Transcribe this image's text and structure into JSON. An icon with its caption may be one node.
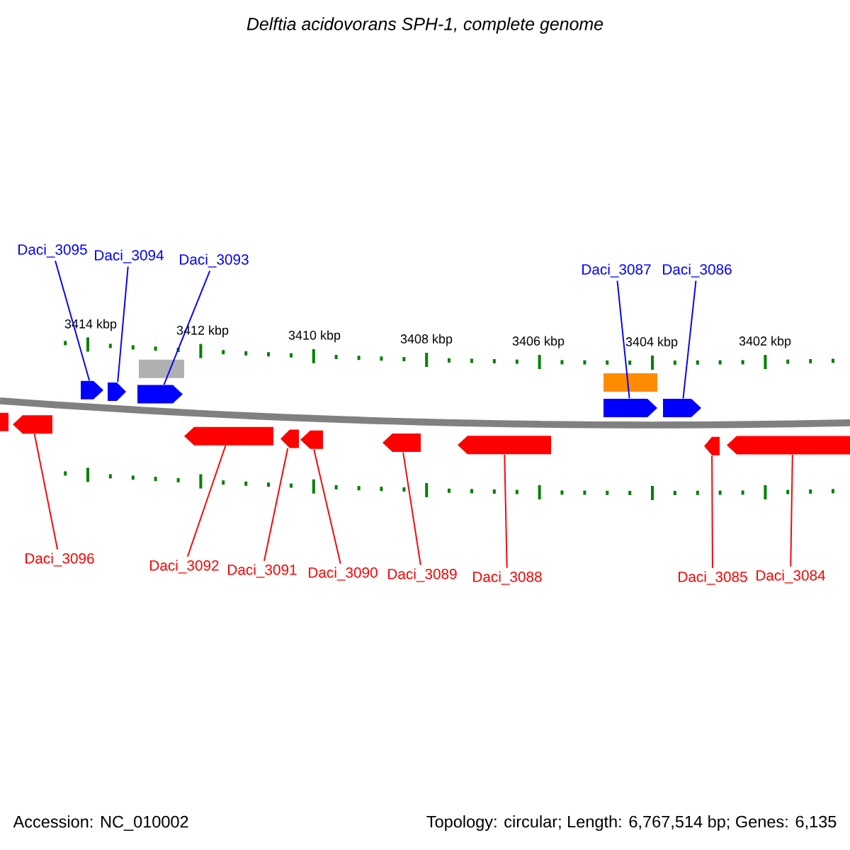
{
  "diagram": {
    "title": "Delftia acidovorans SPH-1, complete genome",
    "nodes": [
      {
        "text": [
          "Daci_3095"
        ]
      },
      {
        "text": [
          "Daci_3094"
        ]
      },
      {
        "text": [
          "Daci_3093"
        ]
      },
      {
        "text": [
          "Daci_3087"
        ]
      },
      {
        "text": [
          "Daci_3086"
        ]
      },
      {
        "text": [
          "Daci_3096"
        ]
      },
      {
        "text": [
          "Daci_3092"
        ]
      },
      {
        "text": [
          "Daci_3091"
        ]
      },
      {
        "text": [
          "Daci_3090"
        ]
      },
      {
        "text": [
          "Daci_3089"
        ]
      },
      {
        "text": [
          "Daci_3088"
        ]
      },
      {
        "text": [
          "Daci_3085"
        ]
      },
      {
        "text": [
          "Daci_3084"
        ]
      },
      {
        "text": [],
        "shape": "pentagon"
      },
      {
        "text": [],
        "shape": "pentagon"
      },
      {
        "text": [],
        "shape": "pentagon"
      },
      {
        "text": [],
        "shape": "pentagon"
      },
      {
        "text": [],
        "shape": "pentagon"
      },
      {
        "text": [],
        "shape": "bar"
      },
      {
        "text": [],
        "shape": "pentagon"
      },
      {
        "text": [],
        "shape": "pentagon"
      },
      {
        "text": [],
        "shape": "pentagon"
      },
      {
        "text": [],
        "shape": "pentagon"
      },
      {
        "text": [],
        "shape": "pentagon"
      },
      {
        "text": [],
        "shape": "bar"
      },
      {
        "text": [],
        "shape": "pentagon"
      },
      {
        "text": [],
        "shape": "pentagon"
      },
      {
        "text": [],
        "shape": "pentagon"
      },
      {
        "text": [],
        "shape": "pentagon"
      }
    ],
    "edges": [
      {
        "from": 0,
        "to": 15,
        "arrow": "none",
        "color": "#0000ff"
      },
      {
        "from": 1,
        "to": 16,
        "arrow": "none",
        "color": "#0000ff"
      },
      {
        "from": 2,
        "to": 17,
        "arrow": "none",
        "color": "#0000ff"
      },
      {
        "from": 3,
        "to": 25,
        "arrow": "none",
        "color": "#0000ff"
      },
      {
        "from": 4,
        "to": 26,
        "arrow": "none",
        "color": "#0000ff"
      },
      {
        "from": 5,
        "to": 14,
        "arrow": "none"
      },
      {
        "from": 6,
        "to": 19,
        "arrow": "none"
      },
      {
        "from": 7,
        "to": 20,
        "arrow": "none"
      },
      {
        "from": 8,
        "to": 21,
        "arrow": "none"
      },
      {
        "from": 9,
        "to": 22,
        "arrow": "none"
      },
      {
        "from": 10,
        "to": 23,
        "arrow": "none"
      },
      {
        "from": 11,
        "to": 27,
        "arrow": "none"
      },
      {
        "from": 12,
        "to": 28,
        "arrow": "none"
      }
    ],
    "labels": [
      "3414 kbp",
      "3412 kbp",
      "3410 kbp",
      "3408 kbp",
      "3406 kbp",
      "3404 kbp",
      "3402 kbp",
      "Accession: NC_010002",
      "Topology: circular; Length: 6,767,514 bp; Genes: 6,135"
    ]
  }
}
